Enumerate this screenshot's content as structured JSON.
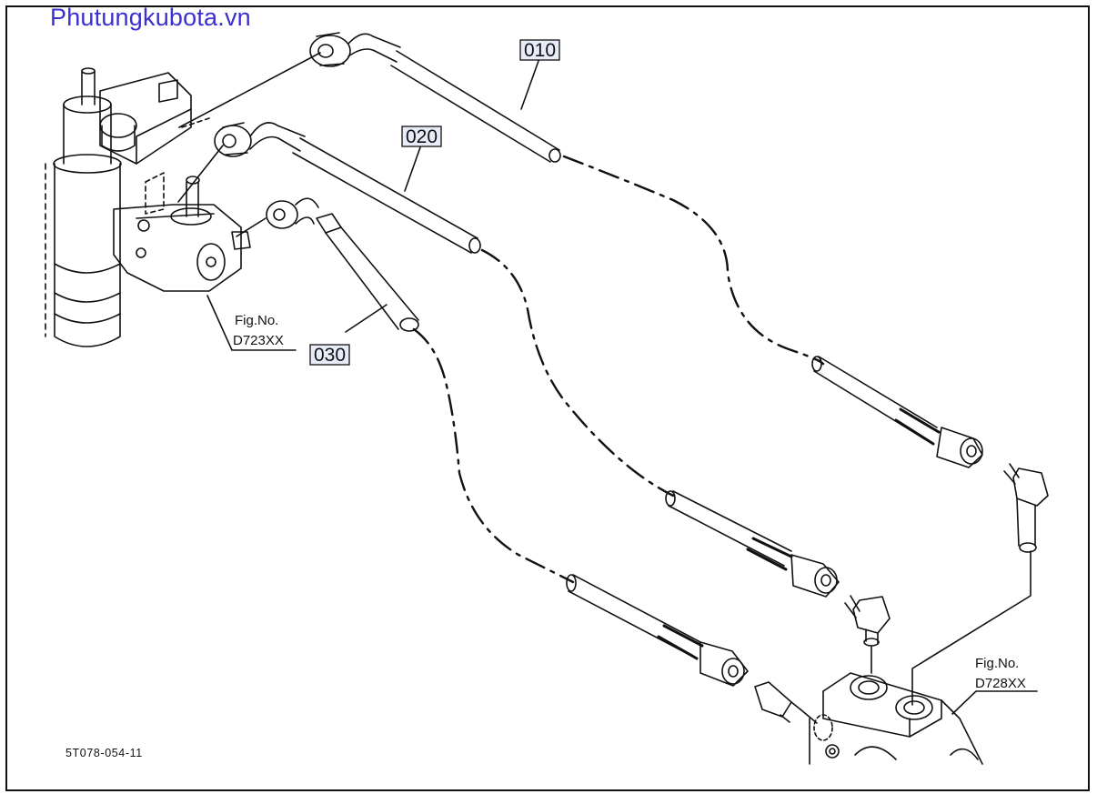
{
  "watermark": "Phutungkubota.vn",
  "parts": {
    "p010": "010",
    "p020": "020",
    "p030": "030"
  },
  "fig_refs": {
    "left": {
      "title": "Fig.No.",
      "code": "D723XX"
    },
    "right": {
      "title": "Fig.No.",
      "code": "D728XX"
    }
  },
  "drawing_code": "5T078-054-11",
  "colors": {
    "watermark": "#3b2fd0",
    "lines": "#111111",
    "label_box_fill": "#e8ecf8"
  }
}
